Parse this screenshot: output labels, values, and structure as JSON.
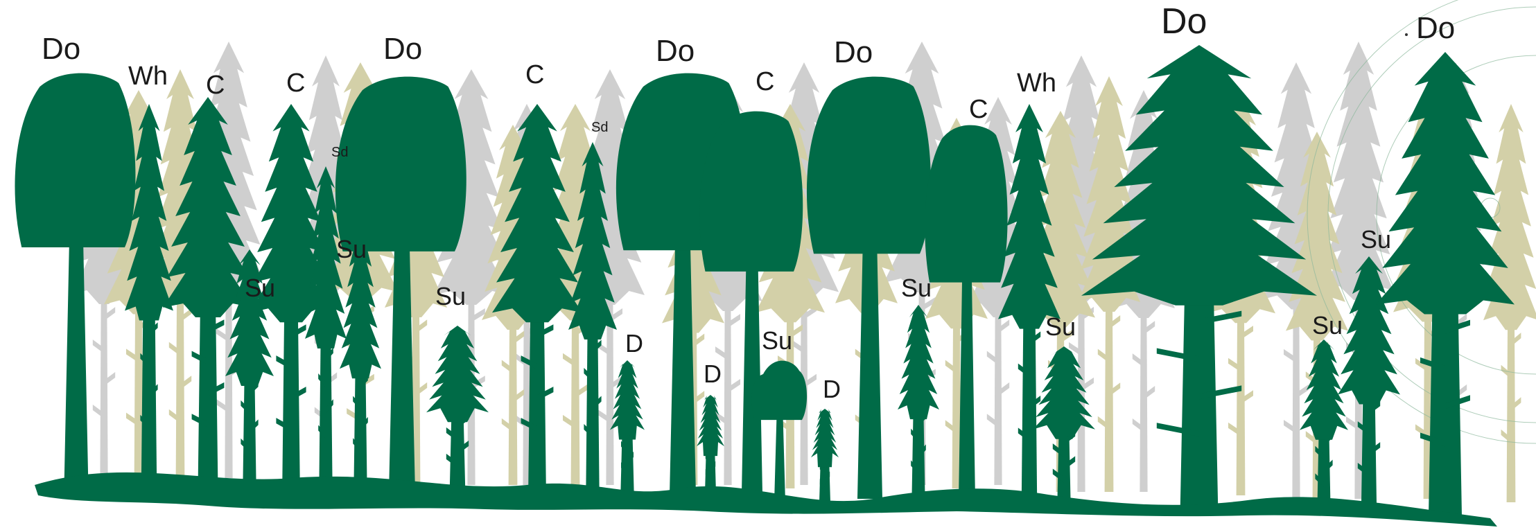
{
  "colors": {
    "foreground_tree": "#006b47",
    "mid_tree": "#d3d0a8",
    "back_tree": "#cfcfcf",
    "ground": "#006b47",
    "label": "#1a1a1a"
  },
  "labels": [
    {
      "id": "do-1",
      "text": "Do",
      "size": "large"
    },
    {
      "id": "wh-1",
      "text": "Wh",
      "size": "medium"
    },
    {
      "id": "c-1",
      "text": "C",
      "size": "medium"
    },
    {
      "id": "c-2",
      "text": "C",
      "size": "medium"
    },
    {
      "id": "sd-1",
      "text": "Sd",
      "size": "small"
    },
    {
      "id": "do-2",
      "text": "Do",
      "size": "large"
    },
    {
      "id": "su-1",
      "text": "Su",
      "size": "medium"
    },
    {
      "id": "su-2",
      "text": "Su",
      "size": "medium"
    },
    {
      "id": "su-3",
      "text": "Su",
      "size": "medium"
    },
    {
      "id": "c-3",
      "text": "C",
      "size": "medium"
    },
    {
      "id": "sd-2",
      "text": "Sd",
      "size": "small"
    },
    {
      "id": "do-3",
      "text": "Do",
      "size": "large"
    },
    {
      "id": "c-4",
      "text": "C",
      "size": "medium"
    },
    {
      "id": "d-1",
      "text": "D",
      "size": "medium"
    },
    {
      "id": "d-2",
      "text": "D",
      "size": "medium"
    },
    {
      "id": "su-4",
      "text": "Su",
      "size": "medium"
    },
    {
      "id": "d-3",
      "text": "D",
      "size": "medium"
    },
    {
      "id": "do-4",
      "text": "Do",
      "size": "large"
    },
    {
      "id": "su-5",
      "text": "Su",
      "size": "medium"
    },
    {
      "id": "c-5",
      "text": "C",
      "size": "medium"
    },
    {
      "id": "wh-2",
      "text": "Wh",
      "size": "medium"
    },
    {
      "id": "su-6",
      "text": "Su",
      "size": "medium"
    },
    {
      "id": "do-5",
      "text": "Do",
      "size": "xlarge"
    },
    {
      "id": "do-6",
      "text": "Do",
      "size": "large"
    },
    {
      "id": "su-7",
      "text": "Su",
      "size": "medium"
    },
    {
      "id": "su-8",
      "text": "Su",
      "size": "medium"
    }
  ]
}
